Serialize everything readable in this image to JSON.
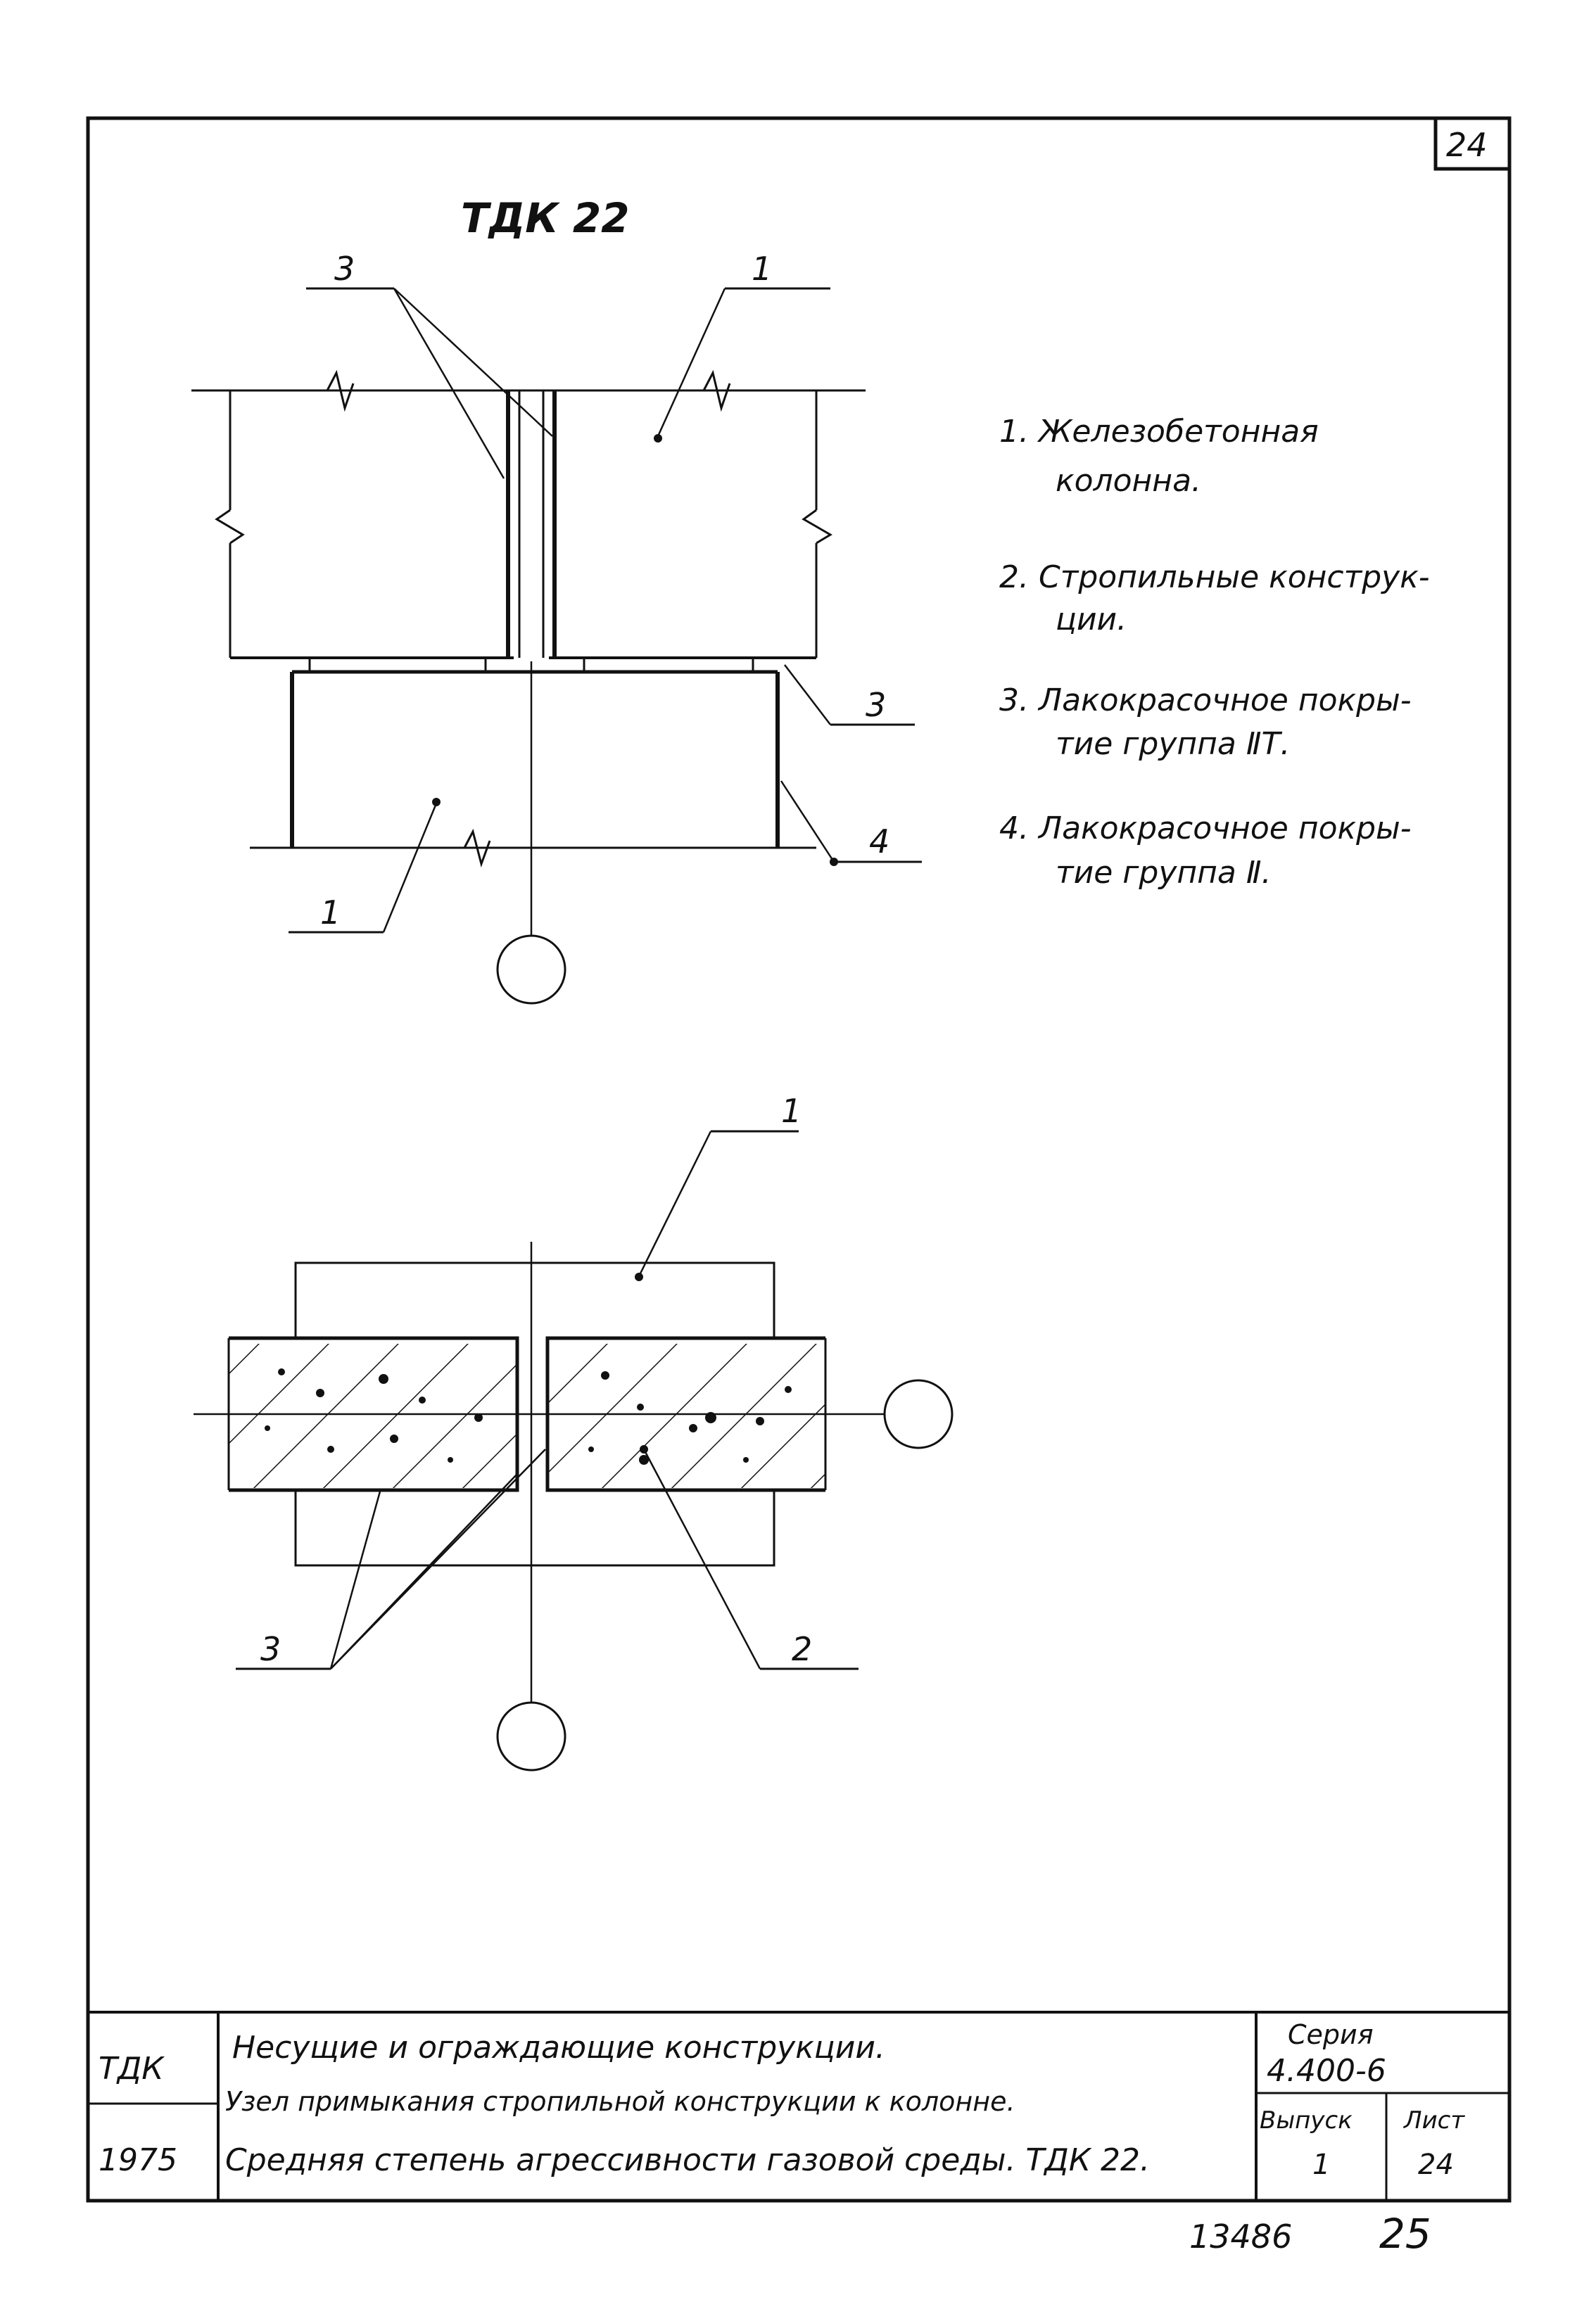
{
  "sheet": {
    "corner_number": "24",
    "drawing_title": "ТДК 22",
    "footer_number_left": "13486",
    "footer_number_right": "25"
  },
  "legend": [
    {
      "num": "1.",
      "lines": [
        "Железобетонная",
        "колонна."
      ]
    },
    {
      "num": "2.",
      "lines": [
        "Стропильные конструк-",
        "ции."
      ]
    },
    {
      "num": "3.",
      "lines": [
        "Лакокрасочное покры-",
        "тие группа ⅡТ."
      ]
    },
    {
      "num": "4.",
      "lines": [
        "Лакокрасочное покры-",
        "тие группа Ⅱ."
      ]
    }
  ],
  "callouts": {
    "top_3": "3",
    "top_1": "1",
    "right_3": "3",
    "right_4": "4",
    "bottom_1": "1",
    "plan_1": "1",
    "plan_3": "3",
    "plan_2": "2"
  },
  "title_block": {
    "code": "ТДК",
    "year": "1975",
    "line1": "Несущие и ограждающие конструкции.",
    "line2": "Узел примыкания стропильной конструкции к колонне.",
    "line3": "Средняя степень агрессивности газовой среды. ТДК 22.",
    "series_label": "Серия",
    "series_value": "4.400-6",
    "issue_label": "Выпуск",
    "issue_value": "1",
    "sheet_label": "Лист",
    "sheet_value": "24"
  }
}
